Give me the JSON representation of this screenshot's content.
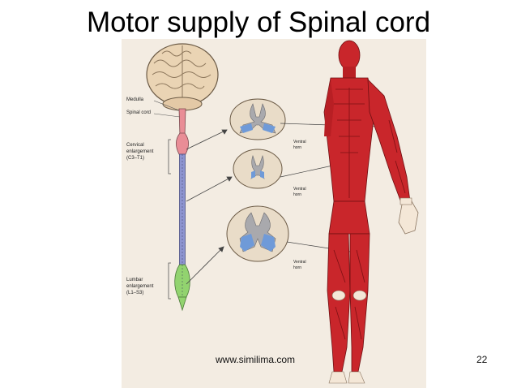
{
  "slide": {
    "title": "Motor supply of Spinal cord",
    "watermark": "www.similima.com",
    "page_number": "22"
  },
  "diagram": {
    "labels": {
      "medulla": "Medulla",
      "spinal_cord": "Spinal cord",
      "cervical_1": "Cervical",
      "cervical_2": "enlargement",
      "cervical_3": "(C3–T1)",
      "lumbar_1": "Lumbar",
      "lumbar_2": "enlargement",
      "lumbar_3": "(L1–S3)",
      "ventral_horn_1a": "Ventral",
      "ventral_horn_1b": "horn",
      "ventral_horn_2a": "Ventral",
      "ventral_horn_2b": "horn",
      "ventral_horn_3a": "Ventral",
      "ventral_horn_3b": "horn"
    },
    "colors": {
      "background": "#f3ece2",
      "brain": "#ead4b4",
      "cord_cervical": "#e98d96",
      "cord_thoracic": "#8d94d0",
      "cord_lumbar": "#92d36f",
      "ventral_horn": "#6f9ad8",
      "grey_matter": "#a9a9ad",
      "section": "#e9dcc8",
      "muscle": "#c9262b",
      "skin": "#f4e7d7"
    }
  }
}
